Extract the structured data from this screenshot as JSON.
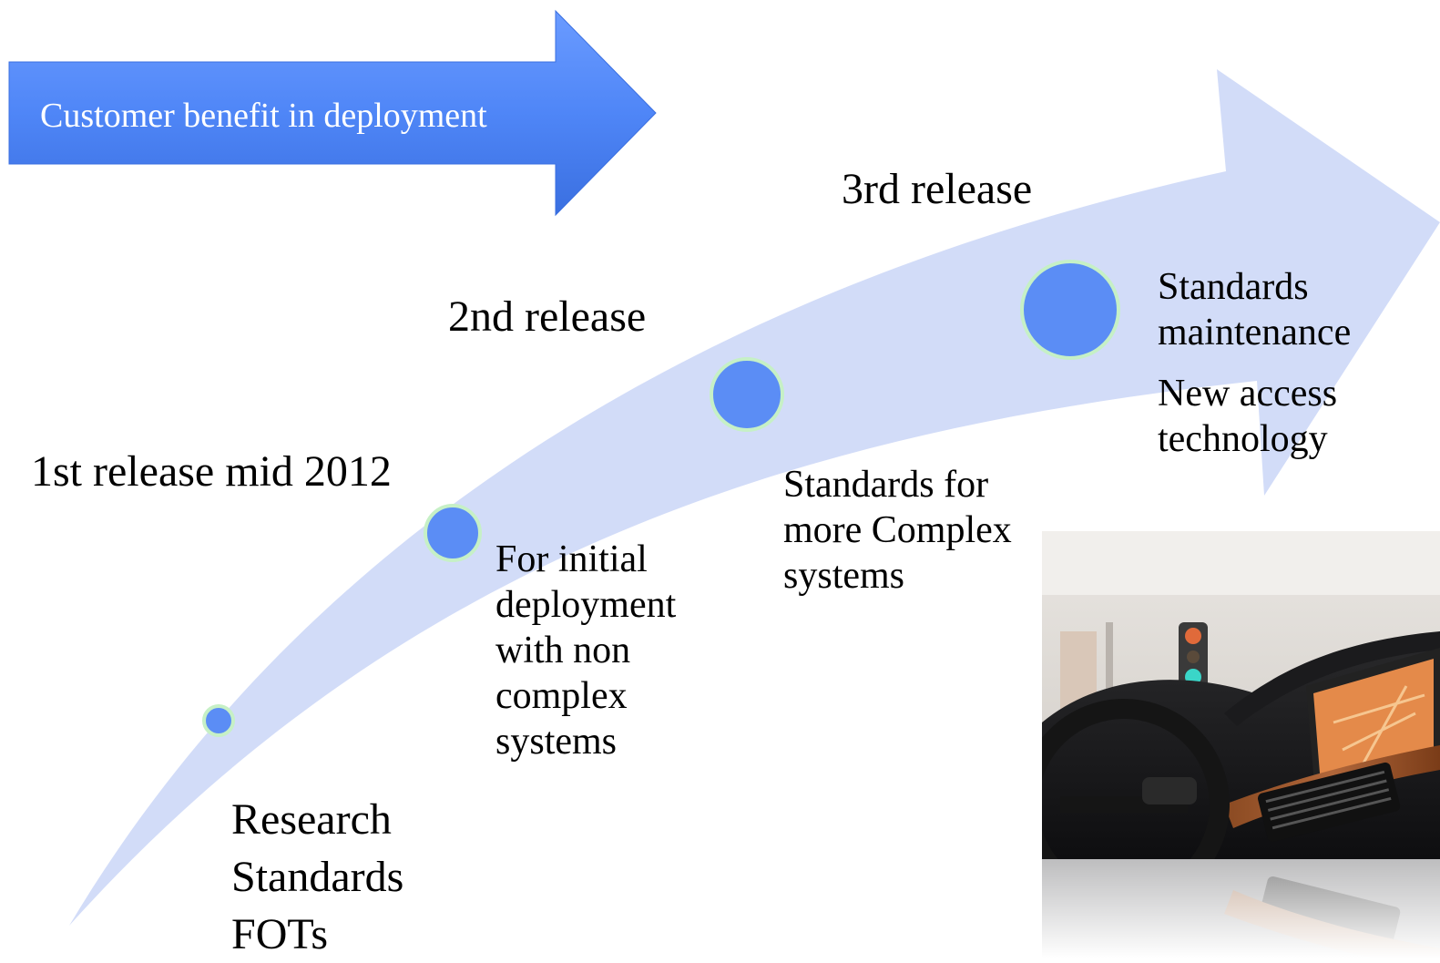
{
  "benefit_arrow": {
    "label": "Customer benefit in deployment",
    "color": "#4f86f7"
  },
  "growth_arrow": {
    "color": "#d2dcf8"
  },
  "milestones": {
    "dot_color": "#5b8df5",
    "dot_ring_color": "#c6f0c6",
    "first": {
      "release": "1st release mid 2012",
      "lines": [
        "Research",
        "Standards",
        "FOTs"
      ]
    },
    "second": {
      "release": "2nd release",
      "lines": [
        "For initial",
        "deployment",
        "with non",
        "complex",
        "systems"
      ]
    },
    "third": {
      "release": "3rd release",
      "lines": [
        "Standards for",
        "more Complex",
        "systems"
      ]
    },
    "fourth": {
      "lines": [
        "Standards",
        "maintenance"
      ],
      "lines_extra": [
        "New access",
        "technology"
      ]
    }
  },
  "photo": {
    "subject": "car-dashboard-navigation-photo"
  }
}
